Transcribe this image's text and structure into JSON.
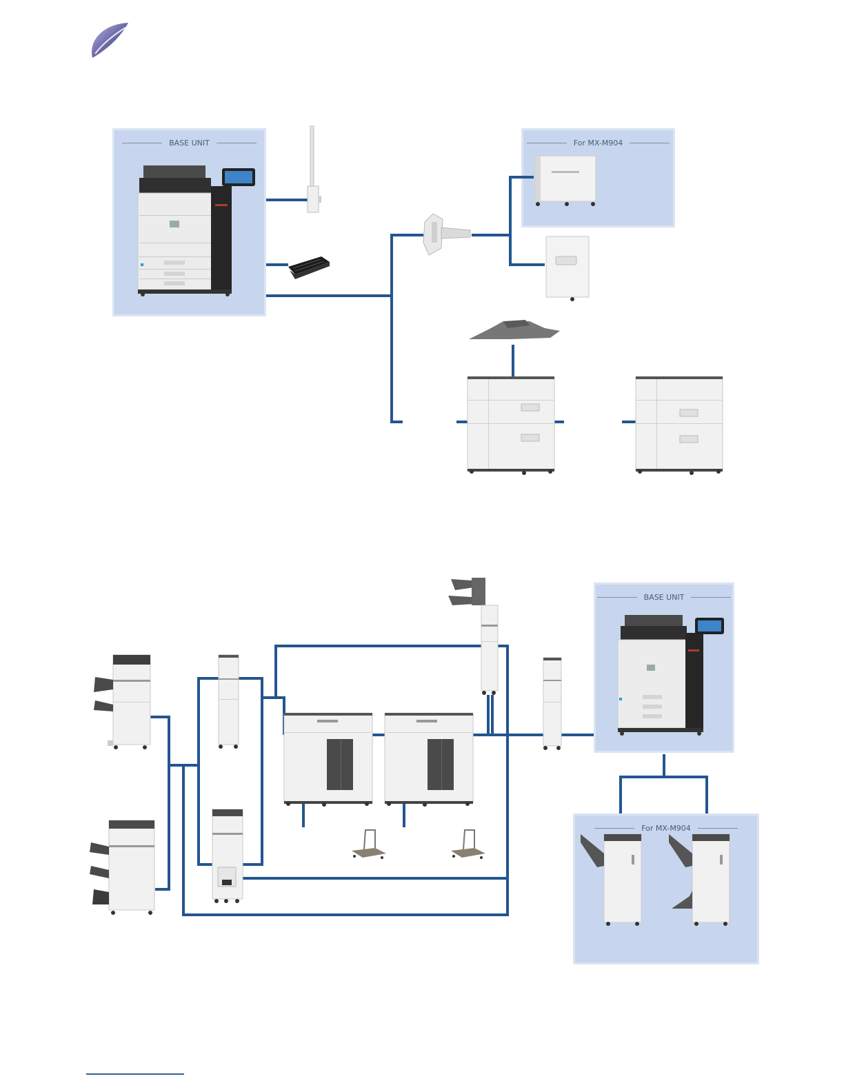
{
  "top_section": {
    "base_unit_panel": {
      "title": "BASE UNIT"
    },
    "model_panel": {
      "title": "For MX-M904"
    }
  },
  "bottom_section": {
    "base_unit_panel": {
      "title": "BASE UNIT"
    },
    "model_panel": {
      "title": "For MX-M904"
    }
  },
  "colors": {
    "connector": "#245590",
    "panel_fill": "#c7d6ee",
    "device_body": "#eeeeee",
    "device_dark": "#3a3a3a"
  },
  "icons": [
    "feather-logo-icon"
  ]
}
